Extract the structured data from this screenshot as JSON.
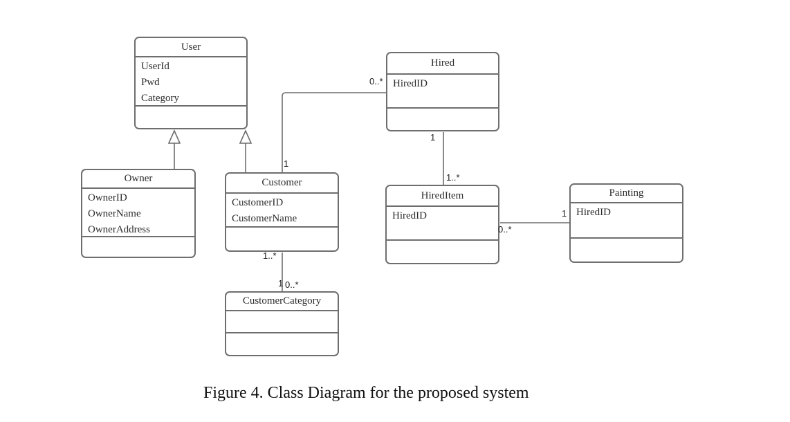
{
  "diagram": {
    "classes": {
      "user": {
        "name": "User",
        "attributes": [
          "UserId",
          "Pwd",
          "Category"
        ]
      },
      "hired": {
        "name": "Hired",
        "attributes": [
          "HiredID"
        ]
      },
      "owner": {
        "name": "Owner",
        "attributes": [
          "OwnerID",
          "OwnerName",
          "OwnerAddress"
        ]
      },
      "customer": {
        "name": "Customer",
        "attributes": [
          "CustomerID",
          "CustomerName"
        ]
      },
      "hireditem": {
        "name": "HiredItem",
        "attributes": [
          "HiredID"
        ]
      },
      "painting": {
        "name": "Painting",
        "attributes": [
          "HiredID"
        ]
      },
      "customercategory": {
        "name": "CustomerCategory",
        "attributes": []
      }
    },
    "relationships": {
      "owner_isa_user": {
        "type": "generalization"
      },
      "customer_isa_user": {
        "type": "generalization"
      },
      "customer_hired": {
        "customer_end": "1",
        "hired_end": "0..*"
      },
      "hired_hireditem": {
        "hired_end": "1",
        "hireditem_end": "1..*"
      },
      "hireditem_painting": {
        "hireditem_end": "0..*",
        "painting_end": "1"
      },
      "customer_category": {
        "customer_end": "1..*",
        "category_end_one": "1",
        "category_end_many": "0..*"
      }
    },
    "colors": {
      "line": "#6e6e6e",
      "text": "#2b2b2b"
    }
  },
  "caption": "Figure 4. Class Diagram for the proposed system"
}
